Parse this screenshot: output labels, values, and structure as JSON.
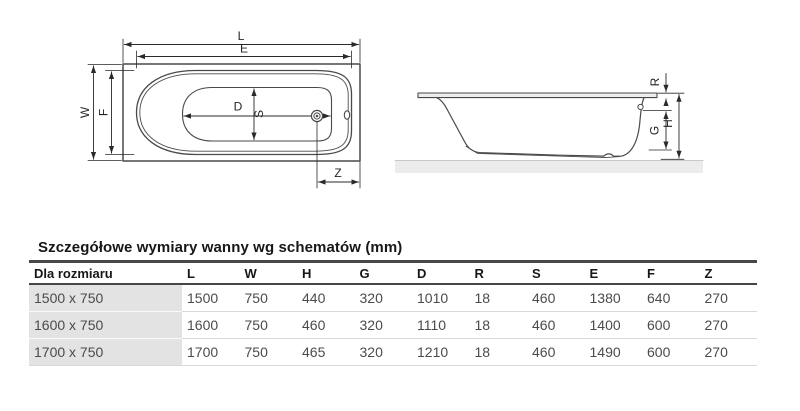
{
  "section": {
    "title": "Szczegółowe wymiary wanny wg schematów (mm)"
  },
  "diagrams": {
    "top_view": {
      "labels": {
        "L": "L",
        "E": "E",
        "W": "W",
        "F": "F",
        "D": "D",
        "S": "S",
        "Z": "Z"
      }
    },
    "side_view": {
      "labels": {
        "R": "R",
        "G": "G",
        "H": "H"
      }
    }
  },
  "table": {
    "columns": [
      "Dla rozmiaru",
      "L",
      "W",
      "H",
      "G",
      "D",
      "R",
      "S",
      "E",
      "F",
      "Z"
    ],
    "rows": [
      {
        "size": "1500 x 750",
        "values": [
          "1500",
          "750",
          "440",
          "320",
          "1010",
          "18",
          "460",
          "1380",
          "640",
          "270"
        ]
      },
      {
        "size": "1600 x 750",
        "values": [
          "1600",
          "750",
          "460",
          "320",
          "1110",
          "18",
          "460",
          "1400",
          "600",
          "270"
        ]
      },
      {
        "size": "1700 x 750",
        "values": [
          "1700",
          "750",
          "465",
          "320",
          "1210",
          "18",
          "460",
          "1490",
          "600",
          "270"
        ]
      }
    ]
  },
  "colors": {
    "diagram_line": "#4a4a4a",
    "dimension_line": "#2a2a2a",
    "table_header_border": "#474747",
    "table_row_border": "#d8d8d8",
    "table_first_column_bg": "#e3e3e3",
    "ground_fill": "#ececec",
    "title_text": "#171717",
    "cell_text": "#4b4b4b"
  }
}
